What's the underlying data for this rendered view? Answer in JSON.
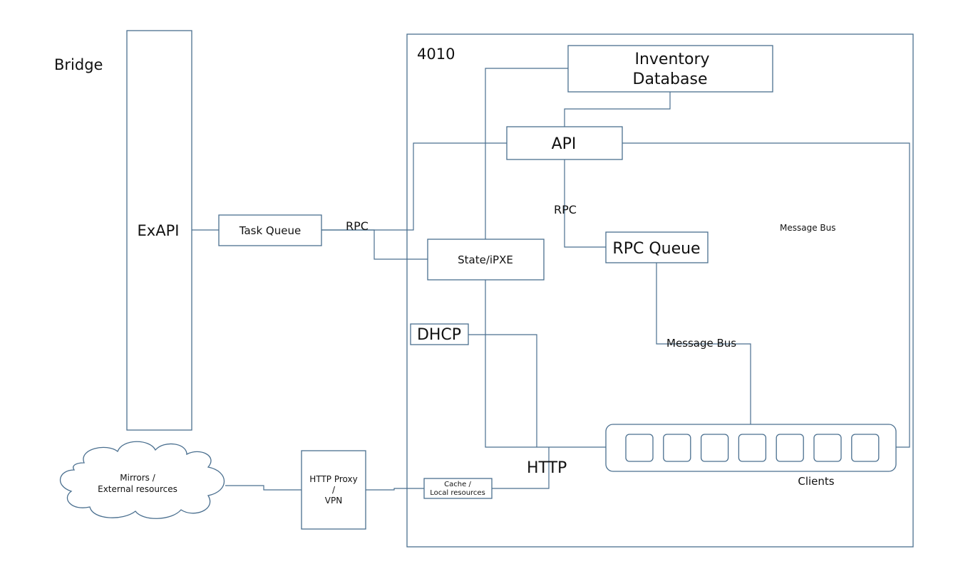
{
  "diagram": {
    "regions": {
      "bridge": "Bridge",
      "site": "4010"
    },
    "nodes": {
      "exapi": "ExAPI",
      "task_queue": "Task Queue",
      "inventory_line1": "Inventory",
      "inventory_line2": "Database",
      "api": "API",
      "state_ipxe": "State/iPXE",
      "rpc_queue": "RPC Queue",
      "dhcp": "DHCP",
      "mirrors_line1": "Mirrors /",
      "mirrors_line2": "External resources",
      "proxy_line1": "HTTP Proxy",
      "proxy_line2": "/",
      "proxy_line3": "VPN",
      "cache_line1": "Cache /",
      "cache_line2": "Local resources",
      "clients": "Clients"
    },
    "edge_labels": {
      "rpc_task": "RPC",
      "rpc_api": "RPC",
      "message_bus_top": "Message Bus",
      "message_bus_mid": "Message Bus",
      "http": "HTTP"
    },
    "client_slots": 7
  }
}
